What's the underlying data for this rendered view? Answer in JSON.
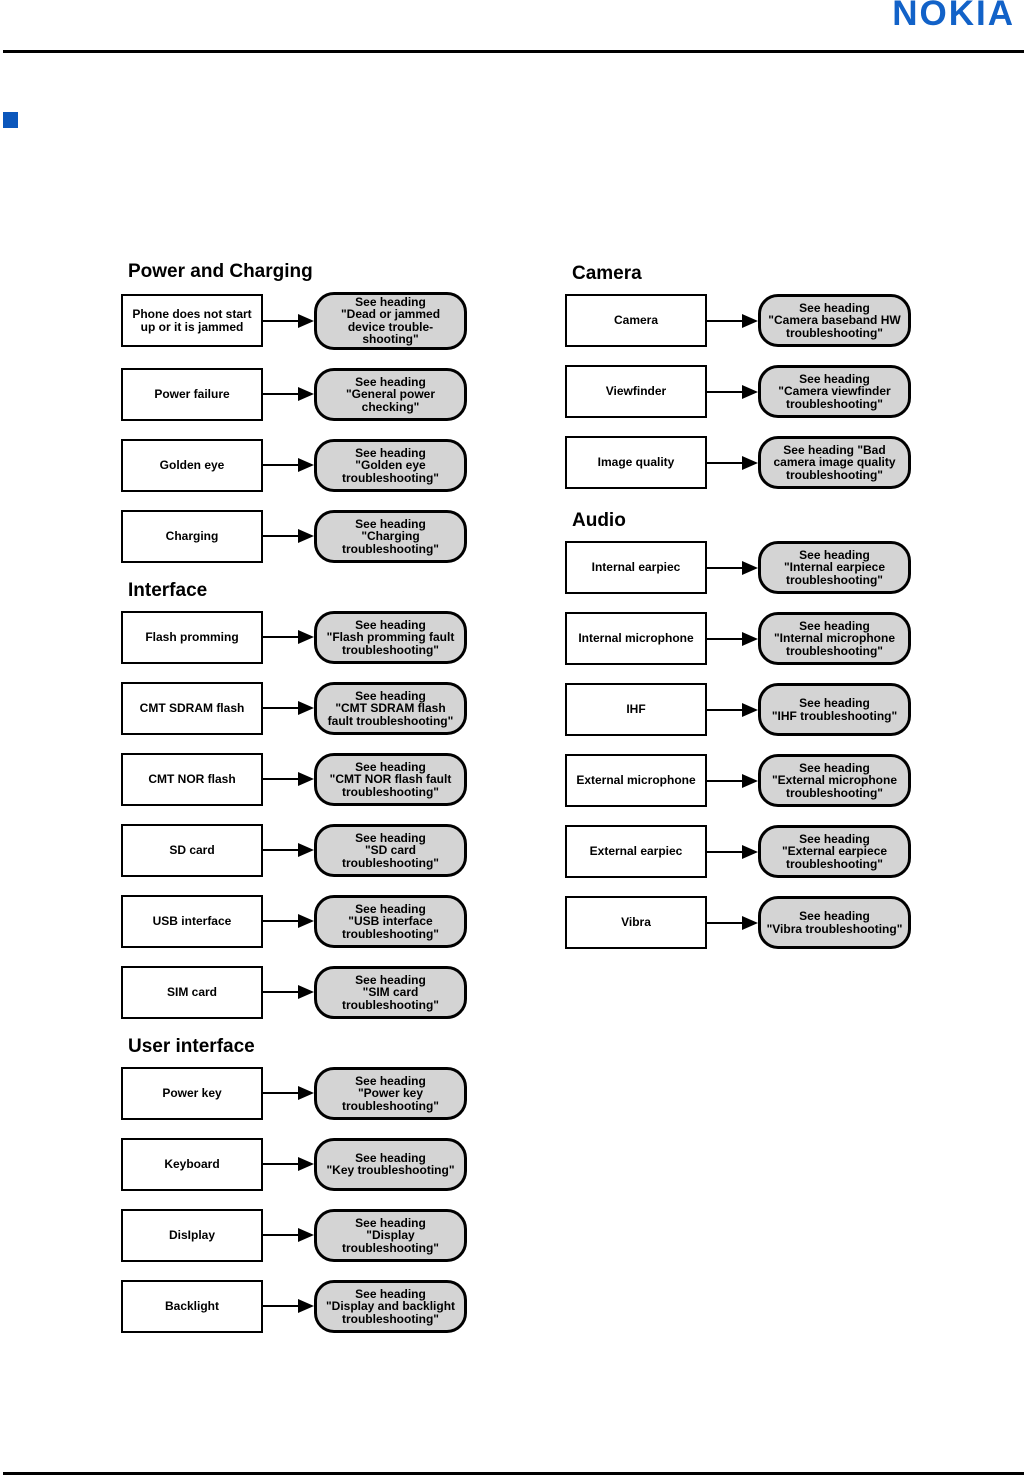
{
  "header": {
    "logo_text": "NOKIA"
  },
  "colors": {
    "logo_blue": "#1262c8",
    "marker_blue": "#0b57bc",
    "pill_gray": "#d4d4d4",
    "line_black": "#000000"
  },
  "flowchart": {
    "columns": [
      {
        "name": "left",
        "sections": [
          {
            "title": "Power and Charging",
            "rows": [
              {
                "source_lines": [
                  "Phone does not start",
                  "up or it is jammed"
                ],
                "target_lines": [
                  "See heading",
                  "\"Dead or jammed",
                  "device trouble-",
                  "shooting\""
                ]
              },
              {
                "source_lines": [
                  "Power failure"
                ],
                "target_lines": [
                  "See heading",
                  "\"General power",
                  "checking\""
                ]
              },
              {
                "source_lines": [
                  "Golden eye"
                ],
                "target_lines": [
                  "See heading",
                  "\"Golden eye",
                  "troubleshooting\""
                ]
              },
              {
                "source_lines": [
                  "Charging"
                ],
                "target_lines": [
                  "See heading",
                  "\"Charging",
                  "troubleshooting\""
                ]
              }
            ]
          },
          {
            "title": "Interface",
            "rows": [
              {
                "source_lines": [
                  "Flash promming"
                ],
                "target_lines": [
                  "See heading",
                  "\"Flash promming fault",
                  "troubleshooting\""
                ]
              },
              {
                "source_lines": [
                  "CMT SDRAM flash"
                ],
                "target_lines": [
                  "See heading",
                  "\"CMT SDRAM flash",
                  "fault troubleshooting\""
                ]
              },
              {
                "source_lines": [
                  "CMT NOR flash"
                ],
                "target_lines": [
                  "See heading",
                  "\"CMT NOR flash fault",
                  "troubleshooting\""
                ]
              },
              {
                "source_lines": [
                  "SD card"
                ],
                "target_lines": [
                  "See heading",
                  "\"SD card",
                  "troubleshooting\""
                ]
              },
              {
                "source_lines": [
                  "USB interface"
                ],
                "target_lines": [
                  "See heading",
                  "\"USB interface",
                  "troubleshooting\""
                ]
              },
              {
                "source_lines": [
                  "SIM card"
                ],
                "target_lines": [
                  "See heading",
                  "\"SIM card",
                  "troubleshooting\""
                ]
              }
            ]
          },
          {
            "title": "User interface",
            "rows": [
              {
                "source_lines": [
                  "Power key"
                ],
                "target_lines": [
                  "See heading",
                  "\"Power key",
                  "troubleshooting\""
                ]
              },
              {
                "source_lines": [
                  "Keyboard"
                ],
                "target_lines": [
                  "See heading",
                  "\"Key troubleshooting\""
                ]
              },
              {
                "source_lines": [
                  "DisIplay"
                ],
                "target_lines": [
                  "See heading",
                  "\"Display",
                  "troubleshooting\""
                ]
              },
              {
                "source_lines": [
                  "Backlight"
                ],
                "target_lines": [
                  "See heading",
                  "\"Display and backlight",
                  "troubleshooting\""
                ]
              }
            ]
          }
        ]
      },
      {
        "name": "right",
        "sections": [
          {
            "title": "Camera",
            "rows": [
              {
                "source_lines": [
                  "Camera"
                ],
                "target_lines": [
                  "See heading",
                  "\"Camera baseband HW",
                  "troubleshooting\""
                ]
              },
              {
                "source_lines": [
                  "Viewfinder"
                ],
                "target_lines": [
                  "See heading",
                  "\"Camera viewfinder",
                  "troubleshooting\""
                ]
              },
              {
                "source_lines": [
                  "Image quality"
                ],
                "target_lines": [
                  "See heading \"Bad",
                  "camera image quality",
                  "troubleshooting\""
                ]
              }
            ]
          },
          {
            "title": "Audio",
            "rows": [
              {
                "source_lines": [
                  "Internal earpiec"
                ],
                "target_lines": [
                  "See heading",
                  "\"Internal earpiece",
                  "troubleshooting\""
                ]
              },
              {
                "source_lines": [
                  "Internal microphone"
                ],
                "target_lines": [
                  "See heading",
                  "\"Internal microphone",
                  "troubleshooting\""
                ]
              },
              {
                "source_lines": [
                  "IHF"
                ],
                "target_lines": [
                  "See heading",
                  "\"IHF troubleshooting\""
                ]
              },
              {
                "source_lines": [
                  "External microphone"
                ],
                "target_lines": [
                  "See heading",
                  "\"External microphone",
                  "troubleshooting\""
                ]
              },
              {
                "source_lines": [
                  "External earpiec"
                ],
                "target_lines": [
                  "See heading",
                  "\"External earpiece",
                  "troubleshooting\""
                ]
              },
              {
                "source_lines": [
                  "Vibra"
                ],
                "target_lines": [
                  "See heading",
                  "\"Vibra troubleshooting\""
                ]
              }
            ]
          }
        ]
      }
    ]
  }
}
